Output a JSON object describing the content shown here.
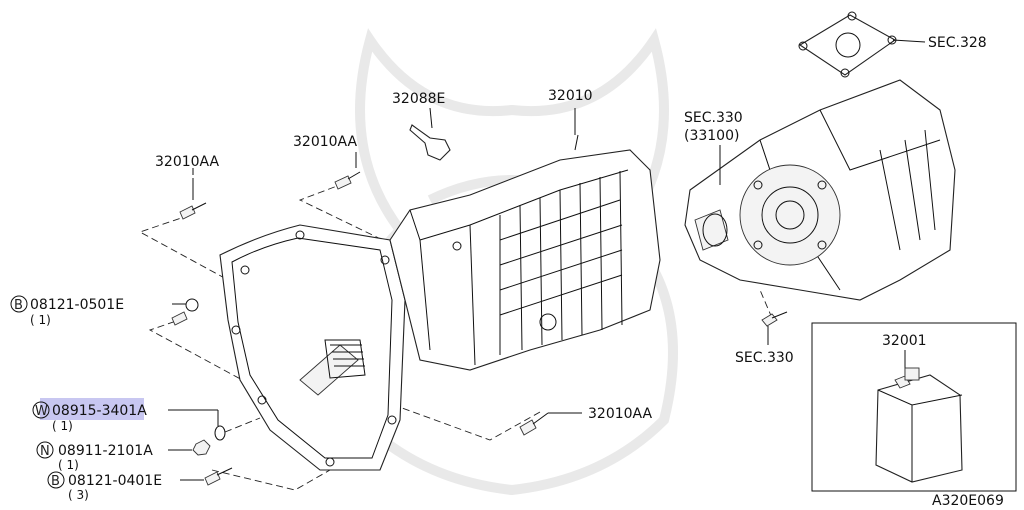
{
  "diagram": {
    "sheet_code": "A320E069",
    "highlight_color": "#9a99e6",
    "labels": {
      "p32088E": "32088E",
      "p32010": "32010",
      "p32010AA_top": "32010AA",
      "p32010AA_left": "32010AA",
      "p32010AA_bottom": "32010AA",
      "sec328": "SEC.328",
      "sec330_top": "SEC.330",
      "sec330_top_ref": "(33100)",
      "sec330_bottom": "SEC.330",
      "p32001": "32001",
      "b1_prefix": "B",
      "b1_part": "08121-0501E",
      "b1_qty": "( 1)",
      "w_prefix": "W",
      "w_part": "08915-3401A",
      "w_qty": "( 1)",
      "n_prefix": "N",
      "n_part": "08911-2101A",
      "n_qty": "( 1)",
      "b2_prefix": "B",
      "b2_part": "08121-0401E",
      "b2_qty": "( 3)"
    }
  }
}
